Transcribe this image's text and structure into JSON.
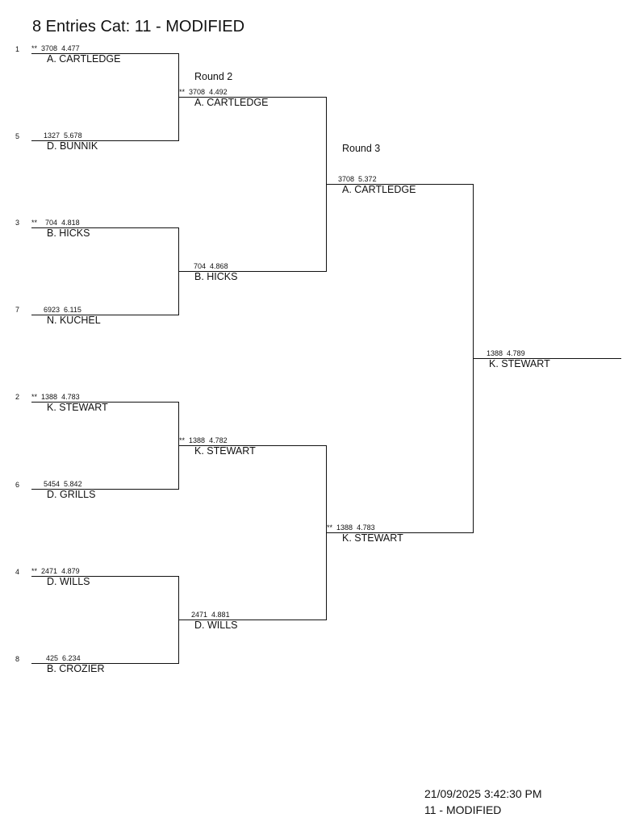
{
  "title": "8 Entries Cat: 11 - MODIFIED",
  "round_labels": {
    "r2": "Round 2",
    "r3": "Round 3"
  },
  "seeds": [
    "1",
    "5",
    "3",
    "7",
    "2",
    "6",
    "4",
    "8"
  ],
  "round1": [
    {
      "mark": "**",
      "number": "3708",
      "time": "4.477",
      "name": "A. CARTLEDGE"
    },
    {
      "mark": "",
      "number": "1327",
      "time": "5.678",
      "name": "D. BUNNIK"
    },
    {
      "mark": "**",
      "number": "704",
      "time": "4.818",
      "name": "B. HICKS"
    },
    {
      "mark": "",
      "number": "6923",
      "time": "6.115",
      "name": "N. KUCHEL"
    },
    {
      "mark": "**",
      "number": "1388",
      "time": "4.783",
      "name": "K. STEWART"
    },
    {
      "mark": "",
      "number": "5454",
      "time": "5.842",
      "name": "D. GRILLS"
    },
    {
      "mark": "**",
      "number": "2471",
      "time": "4.879",
      "name": "D. WILLS"
    },
    {
      "mark": "",
      "number": "425",
      "time": "6.234",
      "name": "B. CROZIER"
    }
  ],
  "round2": [
    {
      "mark": "**",
      "number": "3708",
      "time": "4.492",
      "name": "A. CARTLEDGE"
    },
    {
      "mark": "",
      "number": "704",
      "time": "4.868",
      "name": "B. HICKS"
    },
    {
      "mark": "**",
      "number": "1388",
      "time": "4.782",
      "name": "K. STEWART"
    },
    {
      "mark": "",
      "number": "2471",
      "time": "4.881",
      "name": "D. WILLS"
    }
  ],
  "round3": [
    {
      "mark": "",
      "number": "3708",
      "time": "5.372",
      "name": "A. CARTLEDGE"
    },
    {
      "mark": "**",
      "number": "1388",
      "time": "4.783",
      "name": "K. STEWART"
    }
  ],
  "final": {
    "mark": "",
    "number": "1388",
    "time": "4.789",
    "name": "K. STEWART"
  },
  "footer": {
    "datetime": "21/09/2025 3:42:30 PM",
    "category": "11 - MODIFIED"
  }
}
